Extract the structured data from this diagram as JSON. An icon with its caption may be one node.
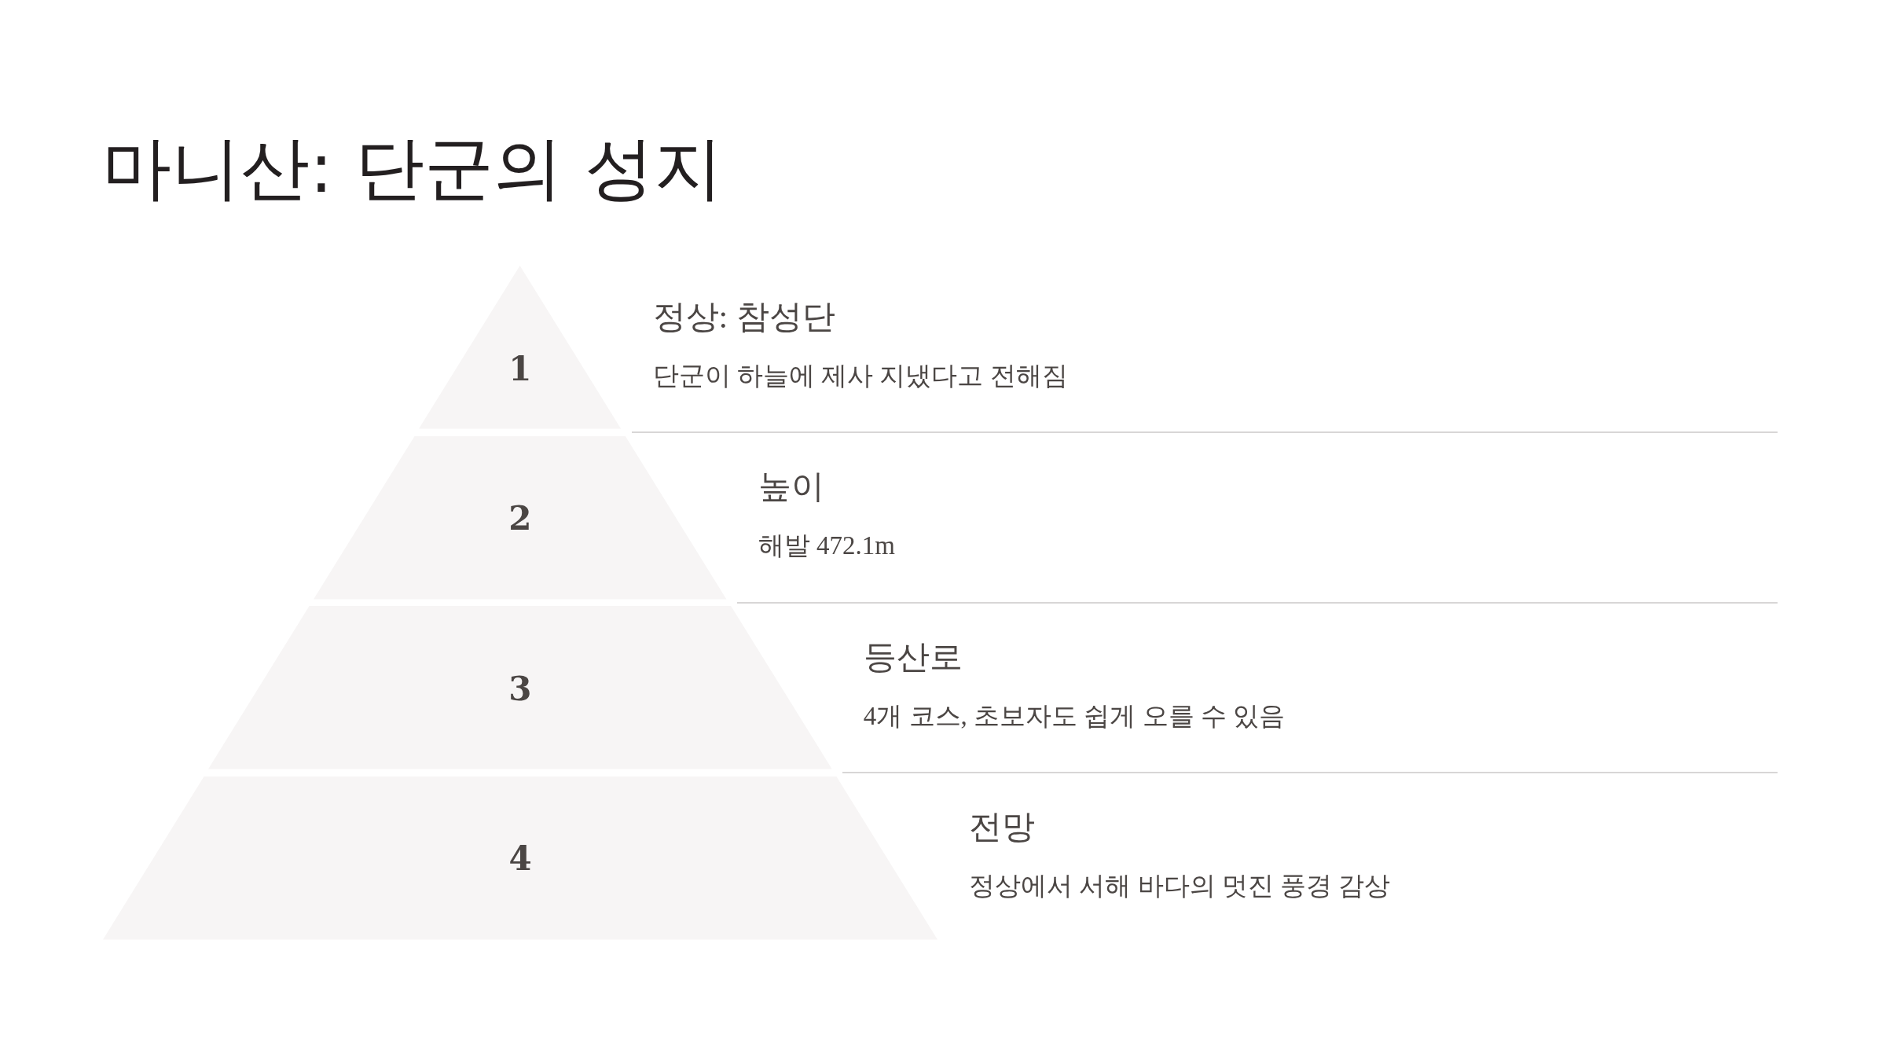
{
  "diagram": {
    "title": "마니산: 단군의 성지",
    "nodes": [
      {
        "text": [
          "1"
        ],
        "beside": [
          "정상: 참성단",
          "단군이 하늘에 제사 지냈다고 전해짐"
        ]
      },
      {
        "text": [
          "2"
        ],
        "beside": [
          "높이",
          "해발 472.1m"
        ]
      },
      {
        "text": [
          "3"
        ],
        "beside": [
          "등산로",
          "4개 코스, 초보자도 쉽게 오를 수 있음"
        ]
      },
      {
        "text": [
          "4"
        ],
        "beside": [
          "전망",
          "정상에서 서해 바다의 멋진 풍경 감상"
        ]
      }
    ]
  }
}
